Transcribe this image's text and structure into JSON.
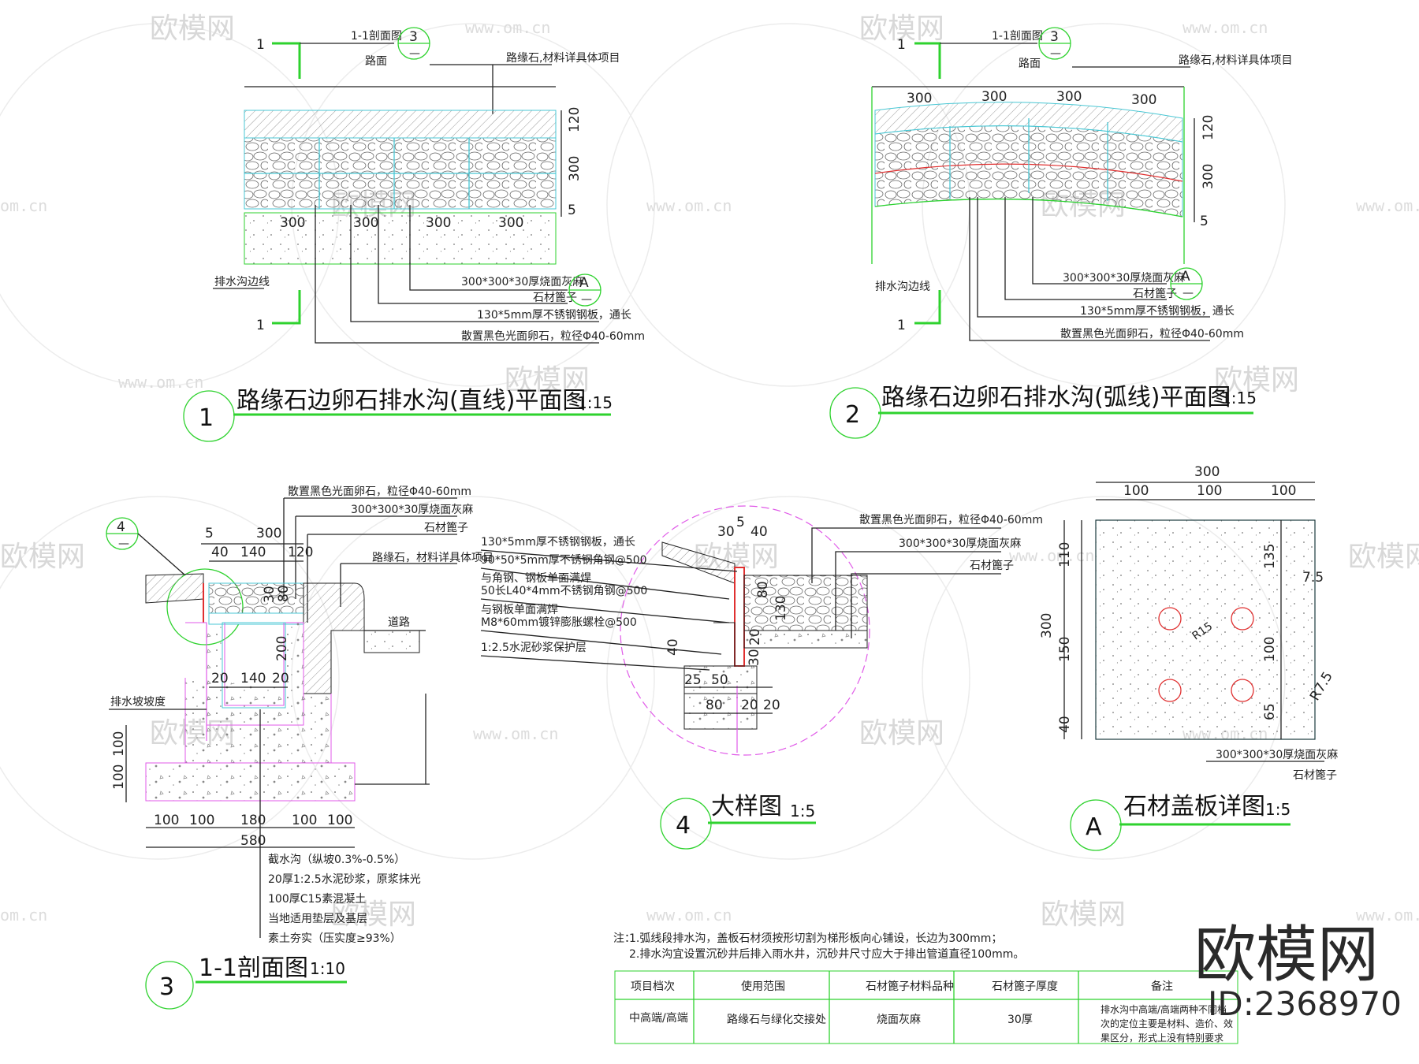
{
  "watermark": {
    "brand": "欧模网",
    "url": "www.om.cn",
    "url_short": "om.cn"
  },
  "brand_mark": {
    "name": "欧模网",
    "id": "ID:2368970"
  },
  "drawing1": {
    "number": "1",
    "title": "路缘石边卵石排水沟(直线)平面图",
    "scale": "1:15",
    "section_ref": "1-1剖面图",
    "section_ref_num": "3",
    "section_ref_sub": "—",
    "section_mark": "1",
    "road_label": "路面",
    "curb_label": "路缘石,材料详具体项目",
    "dims": [
      "300",
      "300",
      "300",
      "300",
      "120",
      "300",
      "5"
    ],
    "edge_label": "排水沟边线",
    "callouts": [
      "300*300*30厚烧面灰麻",
      "石材篦子",
      "130*5mm厚不锈钢钢板，通长",
      "散置黑色光面卵石，粒径Φ40-60mm"
    ],
    "detail_ref": "A",
    "detail_ref_sub": "—"
  },
  "drawing2": {
    "number": "2",
    "title": "路缘石边卵石排水沟(弧线)平面图",
    "scale": "1:15",
    "section_ref": "1-1剖面图",
    "section_ref_num": "3",
    "section_ref_sub": "—",
    "section_mark": "1",
    "road_label": "路面",
    "curb_label": "路缘石,材料详具体项目",
    "dims": [
      "300",
      "300",
      "300",
      "300",
      "120",
      "300",
      "5"
    ],
    "edge_label": "排水沟边线",
    "callouts": [
      "300*300*30厚烧面灰麻",
      "石材篦子",
      "130*5mm厚不锈钢钢板，通长",
      "散置黑色光面卵石，粒径Φ40-60mm"
    ],
    "detail_ref": "A",
    "detail_ref_sub": "—"
  },
  "drawing3": {
    "number": "3",
    "title": "1-1剖面图",
    "scale": "1:10",
    "detail_ref": "4",
    "detail_ref_sub": "—",
    "top_callouts": [
      "散置黑色光面卵石，粒径Φ40-60mm",
      "300*300*30厚烧面灰麻",
      "石材篦子",
      "路缘石，材料详具体项目"
    ],
    "road_label": "道路",
    "slope_label": "排水坡坡度",
    "dims_top": [
      "5",
      "300",
      "40",
      "140",
      "120"
    ],
    "dims_mid": [
      "30",
      "80",
      "200",
      "20",
      "140",
      "20"
    ],
    "dims_left": [
      "100",
      "100"
    ],
    "dims_bottom": [
      "100",
      "100",
      "180",
      "100",
      "100"
    ],
    "dim_total": "580",
    "layers": [
      "截水沟（纵坡0.3%-0.5%）",
      "20厚1:2.5水泥砂浆，原浆抹光",
      "100厚C15素混凝土",
      "当地适用垫层及基层",
      "素土夯实（压实度≥93%）"
    ]
  },
  "drawing4": {
    "number": "4",
    "title": "大样图",
    "scale": "1:5",
    "left_callouts": [
      "130*5mm厚不锈钢钢板，通长",
      "90*50*5mm厚不锈钢角钢@500",
      "与角钢、钢板单面满焊",
      "50长L40*4mm不锈钢角钢@500",
      "与钢板单面满焊",
      "M8*60mm镀锌膨胀螺栓@500",
      "1:2.5水泥砂浆保护层"
    ],
    "right_callouts": [
      "散置黑色光面卵石，粒径Φ40-60mm",
      "300*300*30厚烧面灰麻",
      "石材篦子"
    ],
    "dims": [
      "30",
      "5",
      "40",
      "80",
      "130",
      "40",
      "20",
      "30",
      "25",
      "50",
      "80",
      "20",
      "20"
    ]
  },
  "drawingA": {
    "number": "A",
    "title": "石材盖板详图",
    "scale": "1:5",
    "dims_top": [
      "300",
      "100",
      "100",
      "100"
    ],
    "dims_left": [
      "300",
      "110",
      "150",
      "40"
    ],
    "dims_right": [
      "135",
      "7.5",
      "100",
      "65",
      "R7.5"
    ],
    "hole_label": "R15",
    "callouts": [
      "300*300*30厚烧面灰麻",
      "石材篦子"
    ]
  },
  "notes": {
    "prefix": "注：",
    "lines": [
      "1.弧线段排水沟，盖板石材须按形切割为梯形板向心铺设，长边为300mm；",
      "2.排水沟宜设置沉砂井后排入雨水井，沉砂井尺寸应大于排出管道直径100mm。"
    ]
  },
  "table": {
    "headers": [
      "项目档次",
      "使用范围",
      "石材篦子材料品种",
      "石材篦子厚度",
      "备注"
    ],
    "rows": [
      [
        "中高端/高端",
        "路缘石与绿化交接处",
        "烧面灰麻",
        "30厚",
        "排水沟中高端/高端两种不同档次的定位主要是材料、造价、效果区分，形式上没有特别要求"
      ]
    ]
  }
}
